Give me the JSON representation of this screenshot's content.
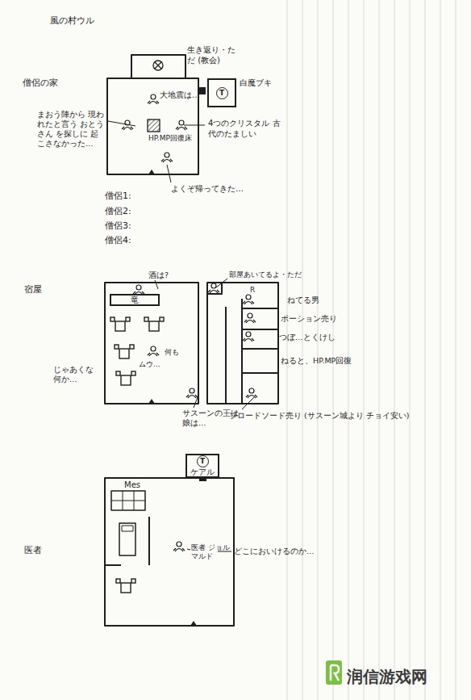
{
  "diagram": {
    "title": "風の村ウル",
    "nodes": [
      {
        "text": [
          "T",
          "白魔ブキ"
        ]
      },
      {
        "text": [
          "竜"
        ]
      },
      {
        "text": [
          "T",
          "ケアル"
        ]
      }
    ],
    "labels": [
      "僧侶の家",
      "生き返り・ただ (教会)",
      "大地震は…",
      "まおう陣から 現われたと言う おとうさん を探しに 起こさなかった…",
      "4つのクリスタル 古代のたましい",
      "HP.MP回復床",
      "よくぞ帰ってきた…",
      "僧侶1:",
      "僧侶2:",
      "僧侶3:",
      "僧侶4:",
      "宿屋",
      "酒は?",
      "部屋あいてるよ・ただ",
      "R",
      "ねてる男",
      "ポーション売り",
      "つぼ…とくけし",
      "何も",
      "ムウ…",
      "ねると、HP.MP回復",
      "じゃあくな 何か…",
      "サスーンの王は 娘は…",
      "ブロードソード売り (サスーン城より チョイ安い)",
      "医者",
      "Mes",
      "医者 ジョルマルド",
      "どこにおいけるのか…",
      "润信游戏网"
    ]
  }
}
